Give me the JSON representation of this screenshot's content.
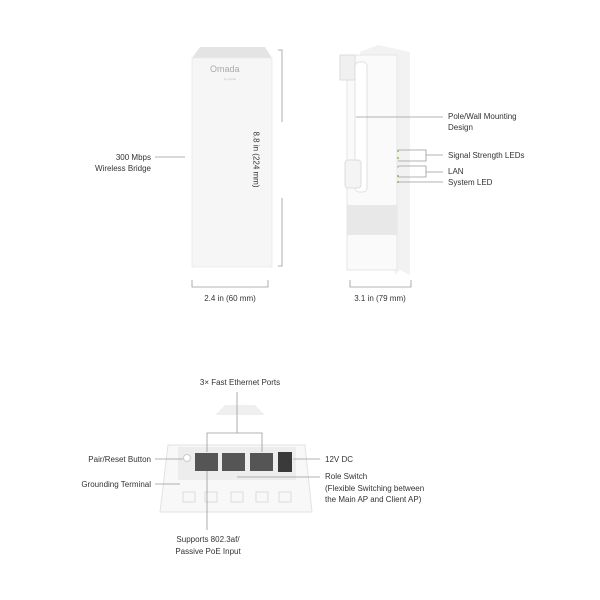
{
  "front_view": {
    "label_line1": "300 Mbps",
    "label_line2": "Wireless Bridge",
    "brand_logo": "Omada",
    "brand_sub": "by tp-link",
    "height_dimension": "8.8 in (224 mm)",
    "width_dimension": "2.4 in (60 mm)"
  },
  "side_view": {
    "mounting_line1": "Pole/Wall Mounting",
    "mounting_line2": "Design",
    "signal_leds": "Signal Strength LEDs",
    "lan": "LAN",
    "system_led": "System LED",
    "depth_dimension": "3.1 in (79 mm)"
  },
  "bottom_view": {
    "ports": "3× Fast Ethernet Ports",
    "pair_reset": "Pair/Reset Button",
    "grounding": "Grounding Terminal",
    "dc": "12V DC",
    "role_switch": "Role Switch",
    "role_desc1": "(Flexible Switching between",
    "role_desc2": "the Main AP and Client AP)",
    "poe1": "Supports 802.3af/",
    "poe2": "Passive PoE Input"
  },
  "colors": {
    "line": "#9a9a9a",
    "device": "#f7f7f7",
    "led": "#8bc34a"
  }
}
